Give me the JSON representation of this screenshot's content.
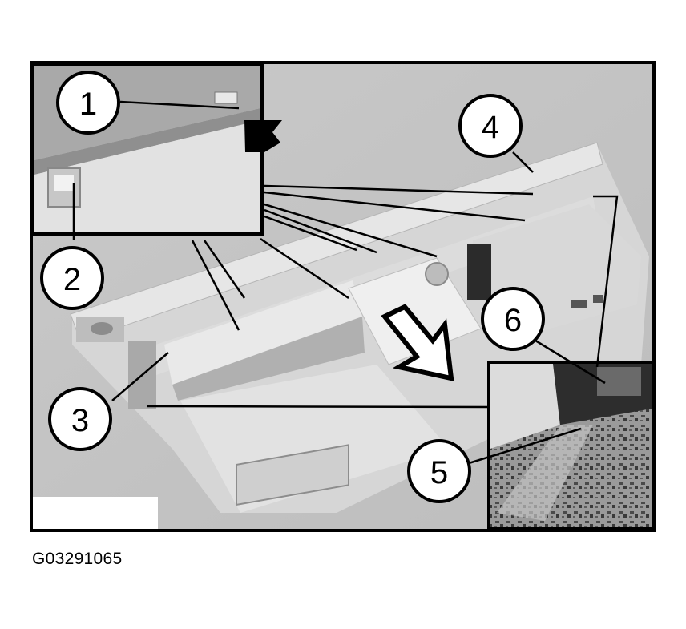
{
  "figure": {
    "code": "G03291065"
  },
  "callouts": [
    {
      "id": 1,
      "label": "1"
    },
    {
      "id": 2,
      "label": "2"
    },
    {
      "id": 3,
      "label": "3"
    },
    {
      "id": 4,
      "label": "4"
    },
    {
      "id": 5,
      "label": "5"
    },
    {
      "id": 6,
      "label": "6"
    }
  ]
}
